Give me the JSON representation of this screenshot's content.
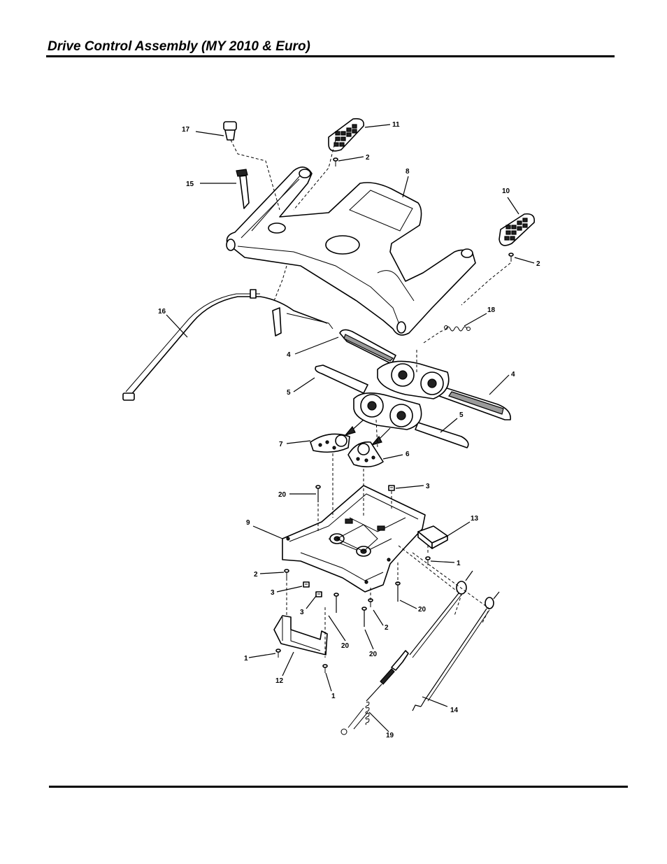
{
  "title": "Drive Control Assembly (MY 2010 & Euro)",
  "callouts": {
    "c1a": "1",
    "c1b": "1",
    "c1c": "1",
    "c2a": "2",
    "c2b": "2",
    "c2c": "2",
    "c2d": "2",
    "c3a": "3",
    "c3b": "3",
    "c3c": "3",
    "c4a": "4",
    "c4b": "4",
    "c5a": "5",
    "c5b": "5",
    "c6": "6",
    "c7": "7",
    "c8": "8",
    "c9": "9",
    "c10": "10",
    "c11": "11",
    "c12": "12",
    "c13": "13",
    "c14": "14",
    "c15": "15",
    "c16": "16",
    "c17": "17",
    "c18": "18",
    "c19": "19",
    "c20a": "20",
    "c20b": "20",
    "c20c": "20",
    "c20d": "20"
  }
}
